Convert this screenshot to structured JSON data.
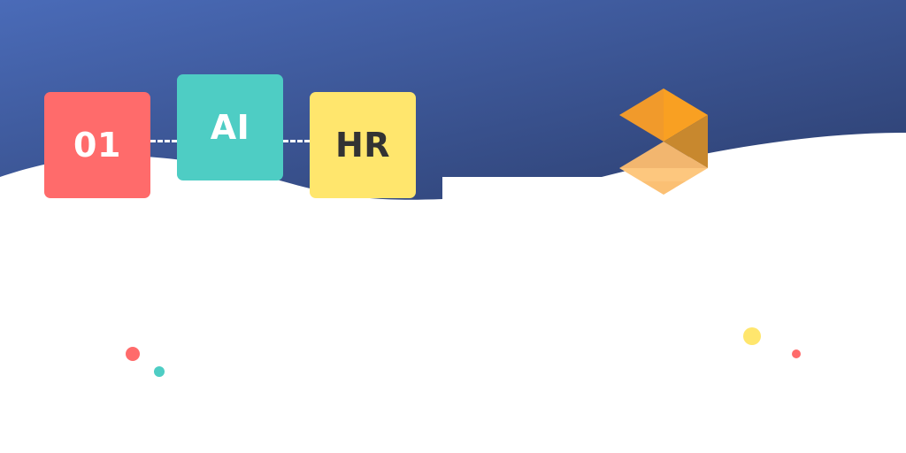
{
  "tiles": [
    {
      "label": "01",
      "color": "#ff6b6b"
    },
    {
      "label": "AI",
      "color": "#4ecdc4"
    },
    {
      "label": "HR",
      "color": "#ffe66d"
    }
  ],
  "background": {
    "gradient_start": "#4a6bb8",
    "gradient_end": "#2c3e6e"
  },
  "logo": {
    "icon": "orange-geometric-logo-icon",
    "colors": [
      "#f7b267",
      "#f79d65",
      "#ff9f1c",
      "#e8952a"
    ]
  },
  "decorations": {
    "dots": [
      "red",
      "teal",
      "yellow",
      "red"
    ]
  }
}
